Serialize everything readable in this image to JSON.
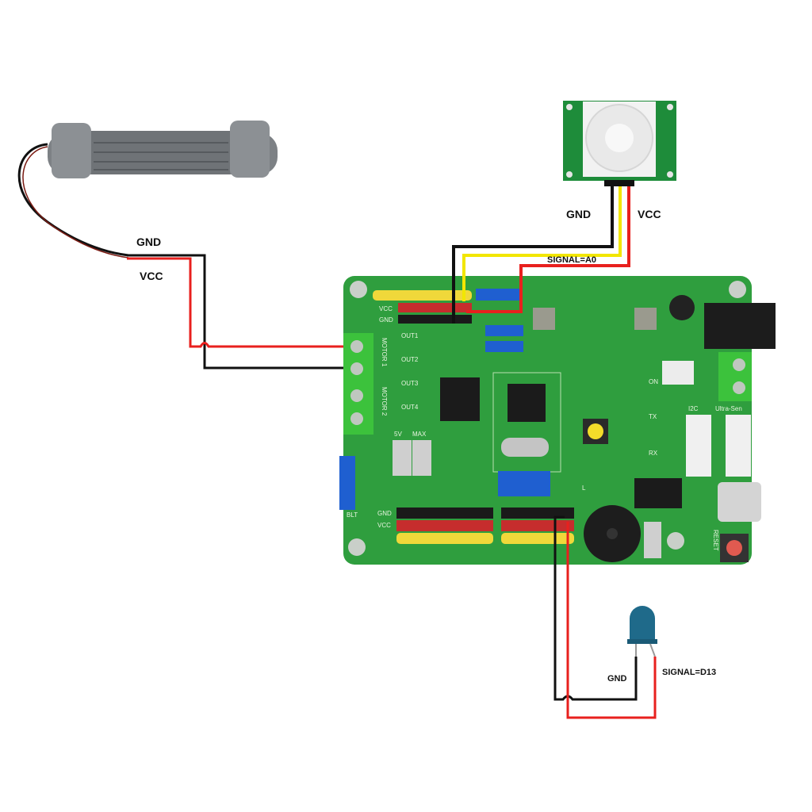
{
  "title": "Vibration motor, PIR sensor and LED wiring diagram",
  "labels": {
    "motor_gnd": "GND",
    "motor_vcc": "VCC",
    "pir_gnd": "GND",
    "pir_vcc": "VCC",
    "pir_signal": "SIGNAL=A0",
    "led_gnd": "GND",
    "led_signal": "SIGNAL=D13"
  },
  "board_silkscreen": {
    "vcc": "VCC",
    "gnd": "GND",
    "out1": "OUT1",
    "out2": "OUT2",
    "out3": "OUT3",
    "out4": "OUT4",
    "motor1": "MOTOR 1",
    "motor2": "MOTOR 2",
    "v5": "5V",
    "max": "MAX",
    "blt": "BLT",
    "i2c": "I2C",
    "ultra": "Ultra-Sen",
    "on": "ON",
    "tx": "TX",
    "rx": "RX",
    "l": "L",
    "reset": "RESET"
  },
  "colors": {
    "wire_black": "#111111",
    "wire_red": "#e8201e",
    "wire_yellow": "#f2e600",
    "pcb": "#2f9e3e",
    "led": "#1f6a8a"
  }
}
